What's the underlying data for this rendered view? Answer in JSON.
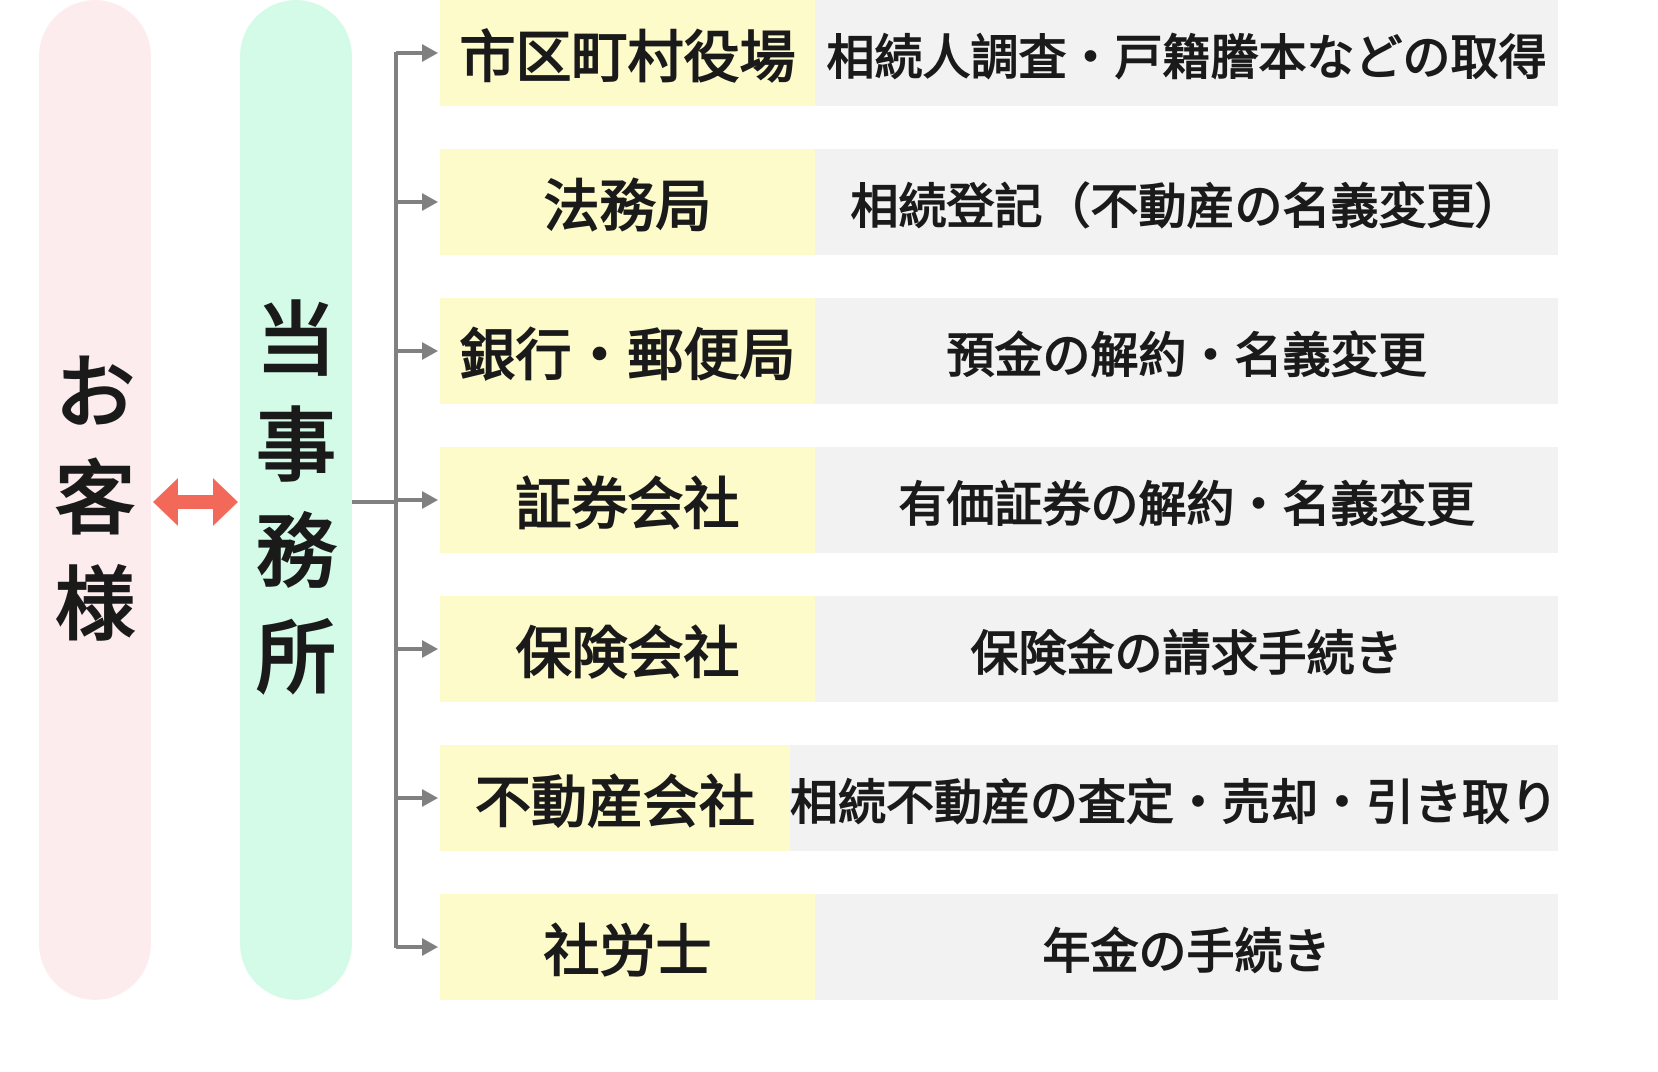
{
  "customer": {
    "label_chars": [
      "お",
      "客",
      "様"
    ],
    "color": "#fdeced"
  },
  "office": {
    "label_chars": [
      "当",
      "事",
      "務",
      "所"
    ],
    "color": "#d4fbe7"
  },
  "arrow": {
    "icon": "double-arrow-icon",
    "color": "#f2695a"
  },
  "connector_color": "#808080",
  "rows": [
    {
      "org": "市区町村役場",
      "task": "相続人調査・戸籍謄本などの取得"
    },
    {
      "org": "法務局",
      "task": "相続登記（不動産の名義変更）"
    },
    {
      "org": "銀行・郵便局",
      "task": "預金の解約・名義変更"
    },
    {
      "org": "証券会社",
      "task": "有価証券の解約・名義変更"
    },
    {
      "org": "保険会社",
      "task": "保険金の請求手続き"
    },
    {
      "org": "不動産会社",
      "task": "相続不動産の査定・売却・引き取り"
    },
    {
      "org": "社労士",
      "task": "年金の手続き"
    }
  ],
  "colors": {
    "org_bg": "#fefbcb",
    "task_bg": "#f2f2f2"
  }
}
